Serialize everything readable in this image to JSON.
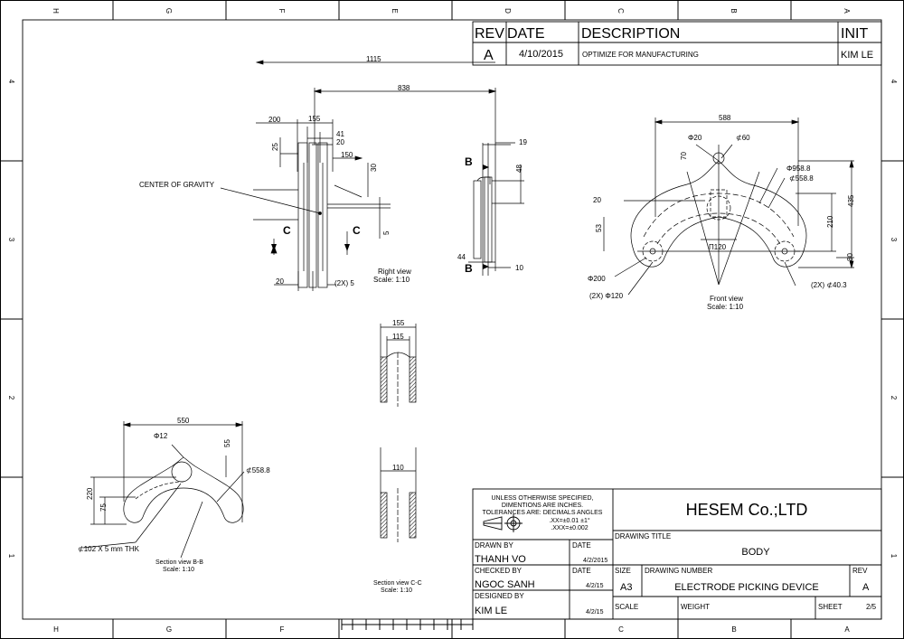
{
  "zones_cols": [
    "H",
    "G",
    "F",
    "E",
    "D",
    "C",
    "B",
    "A"
  ],
  "zones_rows": [
    "4",
    "3",
    "2",
    "1"
  ],
  "rev_table": {
    "headers": {
      "rev": "REV",
      "date": "DATE",
      "description": "DESCRIPTION",
      "init": "INIT"
    },
    "row": {
      "rev": "A",
      "date": "4/10/2015",
      "description": "OPTIMIZE FOR MANUFACTURING",
      "init": "KIM LE"
    }
  },
  "views": {
    "top": {
      "dims": {
        "overall": "1115",
        "width_838": "838",
        "d200": "200",
        "d155": "155",
        "d41": "41",
        "d20a": "20",
        "d150": "150",
        "d25": "25",
        "d30": "30",
        "d5": "5",
        "d20b": "20",
        "d2x5": "(2X) 5",
        "d19": "19",
        "d48": "48",
        "d44": "44",
        "d10": "10"
      },
      "cog_label": "CENTER OF GRAVITY",
      "section_c": "C",
      "section_b": "B",
      "caption": "Right view",
      "scale": "Scale:  1:10"
    },
    "front": {
      "dims": {
        "d588": "588",
        "phi20": "Φ20",
        "phi60": "⊄60",
        "d70": "70",
        "phi958": "Φ958.8",
        "phi558": "⊄558.8",
        "d20": "20",
        "d435": "435",
        "d210": "210",
        "d53": "53",
        "d1120": "Π120",
        "d80": "80",
        "phi200": "Φ200",
        "phi2x120": "(2X) Φ120",
        "phi2x40": "(2X) ⊄40.3"
      },
      "caption": "Front view",
      "scale": "Scale:  1:10"
    },
    "section_bb": {
      "dims": {
        "d550": "550",
        "phi12": "Φ12",
        "d55": "55",
        "phi558": "⊄558.8",
        "d220": "220",
        "d75": "75",
        "thk": "⊄102 X 5 mm THK"
      },
      "caption": "Section view B-B",
      "scale": "Scale:  1:10"
    },
    "section_cc": {
      "dims": {
        "d155": "155",
        "d115": "115",
        "d110": "110"
      },
      "caption": "Section view C-C",
      "scale": "Scale:  1:10"
    }
  },
  "title_block": {
    "notes": [
      "UNLESS OTHERWISE SPECIFIED,",
      "DIMENTIONS ARE INCHES.",
      "TOLERANCES ARE:  DECIMALS     ANGLES",
      ".XX=±0.01       ±1°",
      ".XXX=±0.002"
    ],
    "company": "HESEM Co.;LTD",
    "drawn_by_label": "DRAWN BY",
    "drawn_by": "THANH VO",
    "date_label": "DATE",
    "drawn_date": "4/2/2015",
    "checked_by_label": "CHECKED BY",
    "checked_by": "NGOC SANH",
    "checked_date": "4/2/15",
    "designed_by_label": "DESIGNED BY",
    "designed_by": "KIM LE",
    "designed_date": "4/2/15",
    "drawing_title_label": "DRAWING TITLE",
    "drawing_title": "BODY",
    "size_label": "SIZE",
    "size": "A3",
    "drawing_number_label": "DRAWING NUMBER",
    "drawing_number": "ELECTRODE PICKING DEVICE",
    "rev_label": "REV",
    "rev": "A",
    "scale_label": "SCALE",
    "weight_label": "WEIGHT",
    "sheet_label": "SHEET",
    "sheet": "2/5"
  }
}
